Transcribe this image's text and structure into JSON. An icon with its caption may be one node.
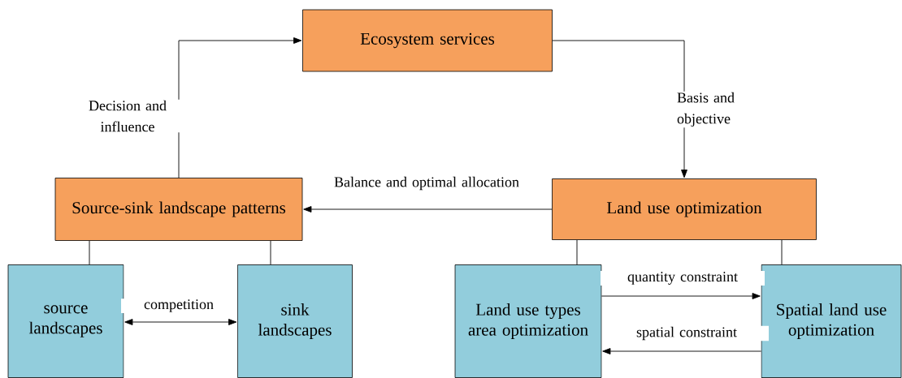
{
  "diagram": {
    "nodes": [
      {
        "text": [
          "Ecosystem services"
        ]
      },
      {
        "text": [
          "Land use optimization"
        ]
      },
      {
        "text": [
          "Source-sink landscape patterns"
        ]
      },
      {
        "text": [
          "source landscapes"
        ]
      },
      {
        "text": [
          "sink landscapes"
        ]
      },
      {
        "text": [
          "Land use types area optimization"
        ]
      },
      {
        "text": [
          "Spatial land use optimization"
        ]
      }
    ],
    "edges": [
      {
        "from": 0,
        "to": 1,
        "arrow": "to",
        "label": "Basis and objective"
      },
      {
        "from": 1,
        "to": 2,
        "arrow": "to",
        "label": "Balance and optimal allocation"
      },
      {
        "from": 2,
        "to": 0,
        "arrow": "to",
        "label": "Decision and influence"
      },
      {
        "from": 2,
        "to": 3,
        "arrow": "none"
      },
      {
        "from": 2,
        "to": 4,
        "arrow": "none"
      },
      {
        "from": 3,
        "to": 4,
        "arrow": "both",
        "label": "competition"
      },
      {
        "from": 1,
        "to": 5,
        "arrow": "none"
      },
      {
        "from": 1,
        "to": 6,
        "arrow": "none"
      },
      {
        "from": 5,
        "to": 6,
        "arrow": "to",
        "label": "quantity constraint"
      },
      {
        "from": 6,
        "to": 5,
        "arrow": "to",
        "label": "spatial constraint"
      }
    ]
  }
}
